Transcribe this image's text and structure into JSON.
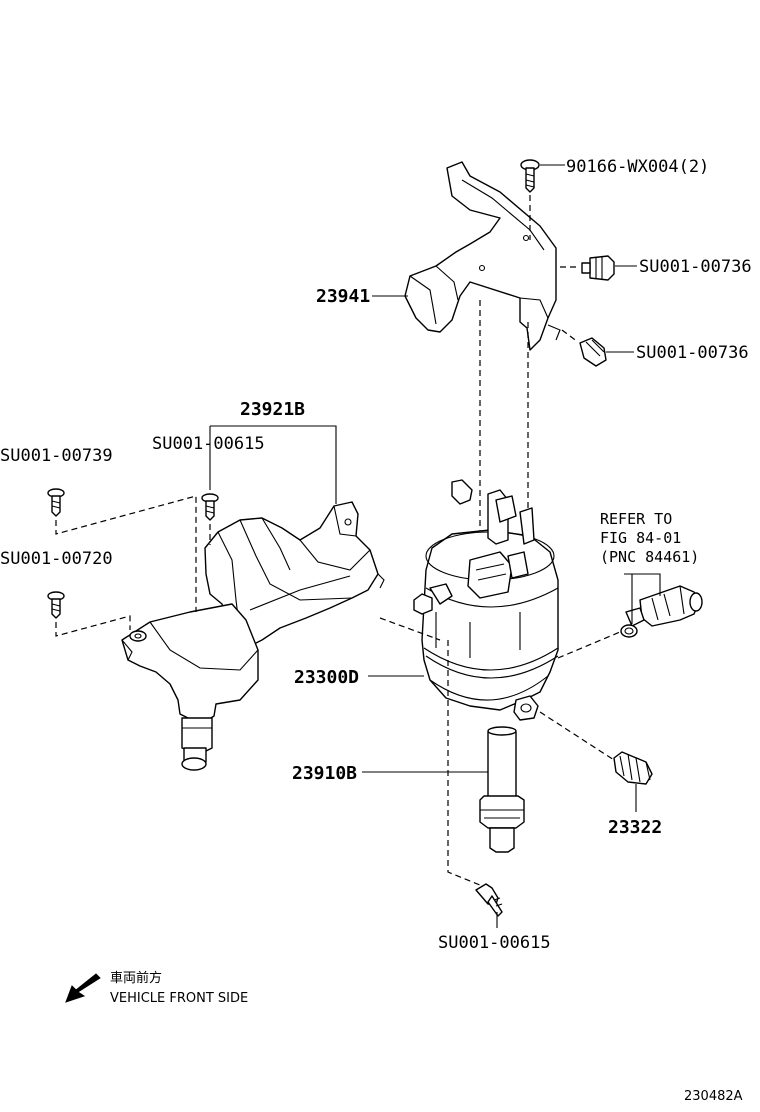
{
  "parts": {
    "bolt_top": "90166-WX004(2)",
    "bracket": "23941",
    "clip_upper": "SU001-00736",
    "clip_lower": "SU001-00736",
    "bracket_assy": "23921B",
    "screw_bracket": "SU001-00615",
    "screw_left_upper": "SU001-00739",
    "screw_left_lower": "SU001-00720",
    "filter_assy": "23300D",
    "element": "23910B",
    "drain_plug": "23322",
    "screw_bottom": "SU001-00615"
  },
  "refer": {
    "line1": "REFER TO",
    "line2": "FIG 84-01",
    "line3": "(PNC 84461)"
  },
  "direction": {
    "jp": "車両前方",
    "en": "VEHICLE FRONT SIDE"
  },
  "figure_id": "230482A"
}
